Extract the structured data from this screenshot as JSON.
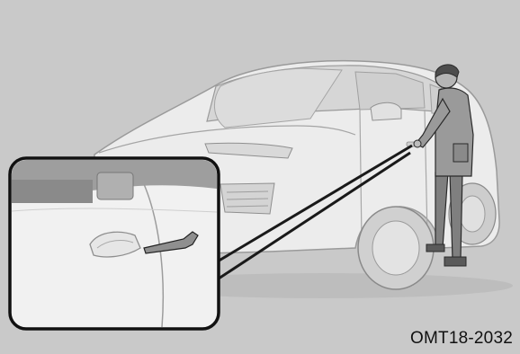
{
  "figure": {
    "code": "OMT18-2032",
    "colors": {
      "background": "#c9c9c9",
      "car_body": "#e9e9e9",
      "car_outline": "#9a9a9a",
      "person": "#8c8c8c",
      "person_outline": "#2a2a2a",
      "inset_border": "#111111",
      "pointer_line": "#222222"
    },
    "icons": [
      "car-illustration",
      "person-figure",
      "door-handle-detail",
      "key-icon"
    ]
  }
}
